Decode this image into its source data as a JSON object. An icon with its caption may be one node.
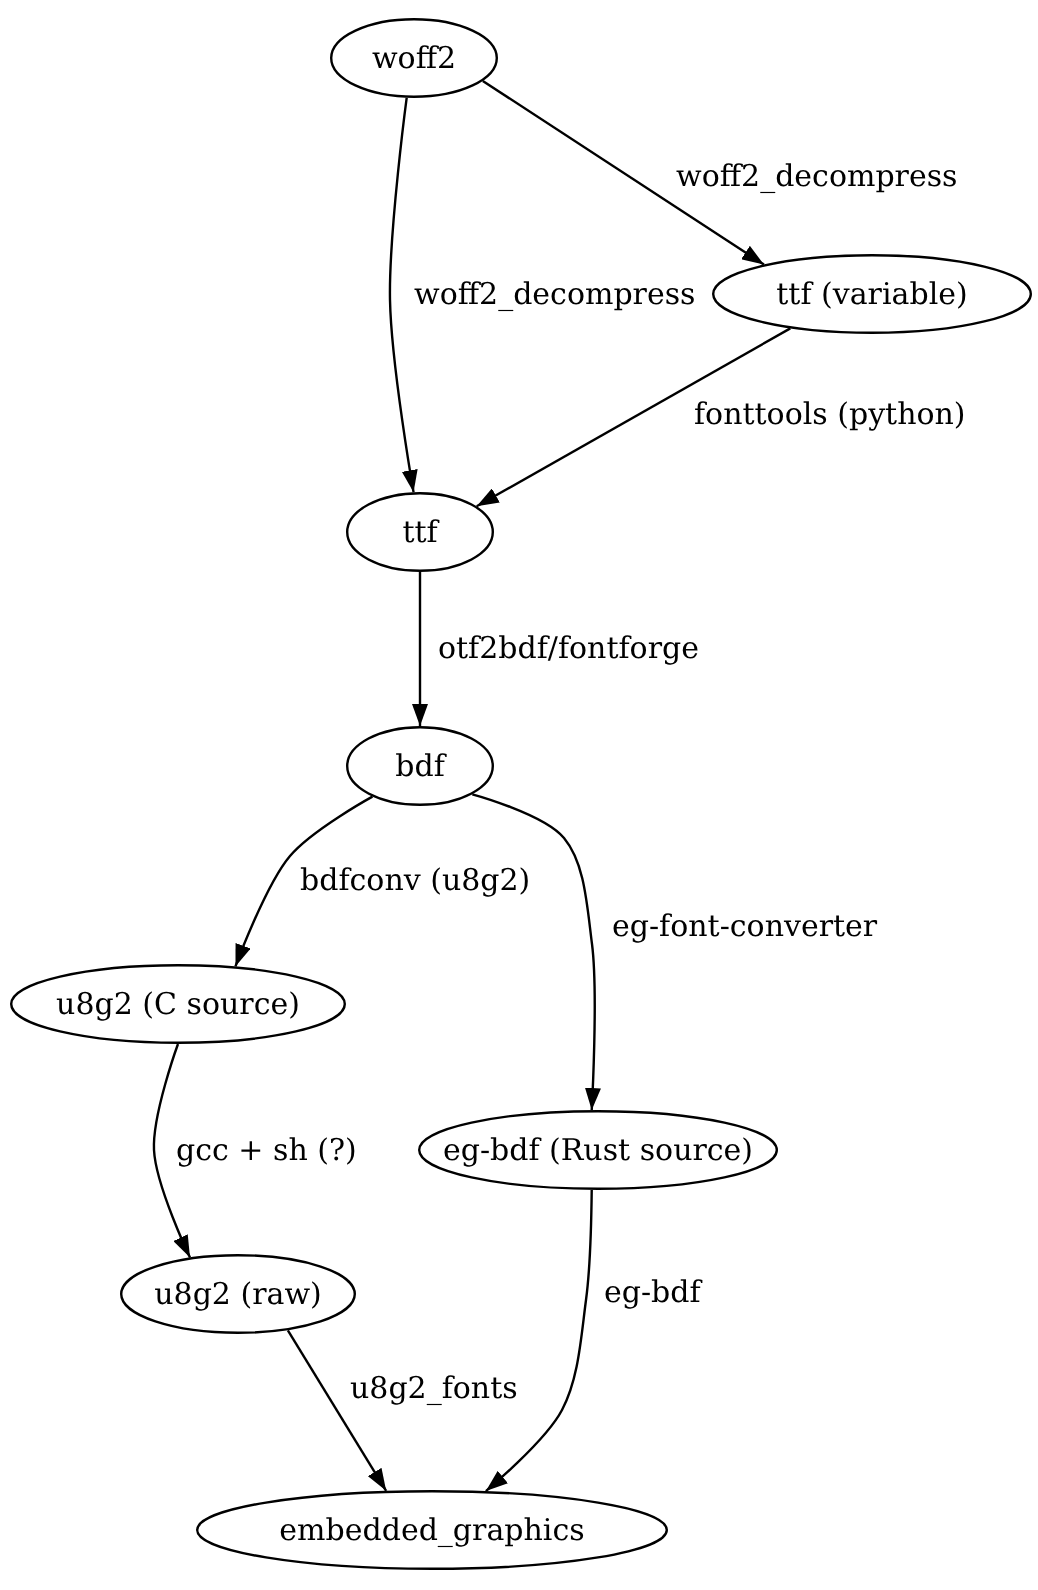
{
  "diagram": {
    "nodes": [
      {
        "text": [
          "woff2"
        ]
      },
      {
        "text": [
          "ttf (variable)"
        ]
      },
      {
        "text": [
          "ttf"
        ]
      },
      {
        "text": [
          "bdf"
        ]
      },
      {
        "text": [
          "u8g2 (C source)"
        ]
      },
      {
        "text": [
          "eg-bdf (Rust source)"
        ]
      },
      {
        "text": [
          "u8g2 (raw)"
        ]
      },
      {
        "text": [
          "embedded_graphics"
        ]
      }
    ],
    "edges": [
      {
        "from": 0,
        "to": 1,
        "arrow": "to",
        "label": "woff2_decompress"
      },
      {
        "from": 0,
        "to": 2,
        "arrow": "to",
        "label": "woff2_decompress"
      },
      {
        "from": 1,
        "to": 2,
        "arrow": "to",
        "label": "fonttools (python)"
      },
      {
        "from": 2,
        "to": 3,
        "arrow": "to",
        "label": "otf2bdf/fontforge"
      },
      {
        "from": 3,
        "to": 4,
        "arrow": "to",
        "label": "bdfconv (u8g2)"
      },
      {
        "from": 3,
        "to": 5,
        "arrow": "to",
        "label": "eg-font-converter"
      },
      {
        "from": 4,
        "to": 6,
        "arrow": "to",
        "label": "gcc + sh (?)"
      },
      {
        "from": 6,
        "to": 7,
        "arrow": "to",
        "label": "u8g2_fonts"
      },
      {
        "from": 5,
        "to": 7,
        "arrow": "to",
        "label": "eg-bdf"
      }
    ]
  }
}
